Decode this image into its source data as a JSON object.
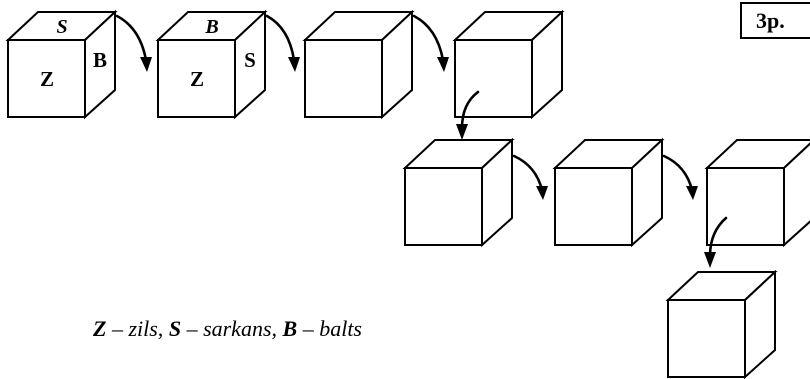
{
  "score": "3p.",
  "cube1": {
    "top": "S",
    "front": "Z",
    "side": "B"
  },
  "cube2": {
    "top": "B",
    "front": "Z",
    "side": "S"
  },
  "legend": [
    {
      "letter": "Z",
      "text": " – zils, "
    },
    {
      "letter": "S",
      "text": " – sarkans, "
    },
    {
      "letter": "B",
      "text": " – balts"
    }
  ]
}
